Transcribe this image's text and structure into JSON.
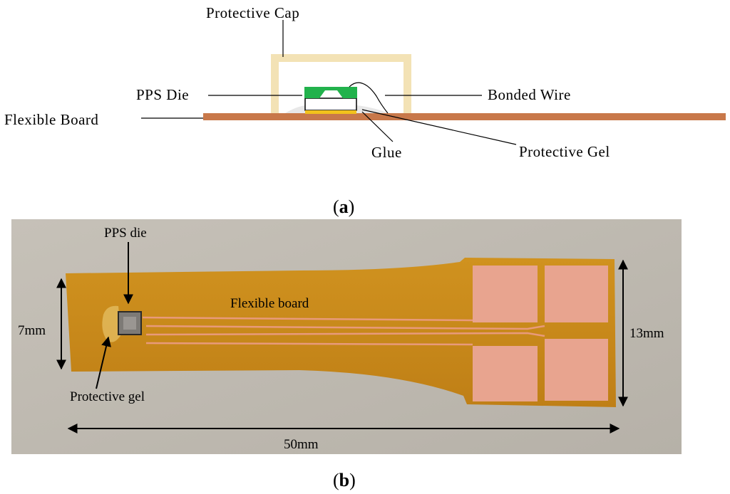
{
  "panel_a": {
    "label": "(a)",
    "letter": "a",
    "callouts": {
      "protective_cap": "Protective Cap",
      "pps_die": "PPS Die",
      "bonded_wire": "Bonded Wire",
      "flexible_board": "Flexible Board",
      "glue": "Glue",
      "protective_gel": "Protective Gel"
    },
    "colors": {
      "board": "#c8784a",
      "cap": "#f3e2b5",
      "die_top": "#22b24c",
      "glue": "#f2c21c"
    }
  },
  "panel_b": {
    "label": "(b)",
    "letter": "b",
    "callouts": {
      "pps_die": "PPS die",
      "flexible_board": "Flexible board",
      "protective_gel": "Protective gel"
    },
    "dimensions": {
      "width": "7mm",
      "pad_width": "13mm",
      "length": "50mm"
    },
    "colors": {
      "background": "#bfbab1",
      "board": "#c98a1c",
      "pads": "#e8a48f",
      "traces": "#e89a7a"
    }
  }
}
